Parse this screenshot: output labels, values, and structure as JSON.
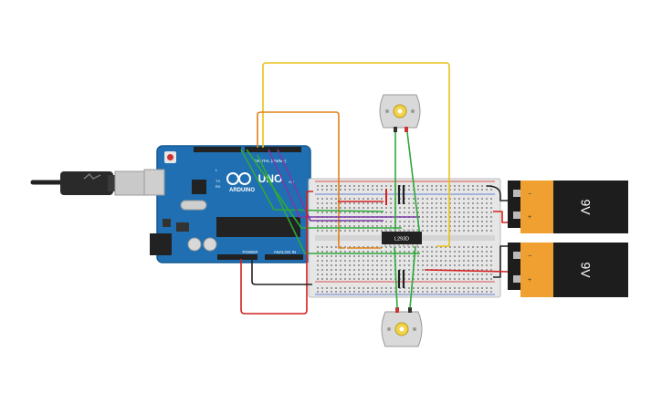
{
  "arduino": {
    "brand": "ARDUINO",
    "model": "UNO",
    "header_digital": "DIGITAL (PWM~)",
    "header_power": "POWER",
    "header_analog": "ANALOG IN",
    "pin_tx": "TX",
    "pin_rx": "RX",
    "pin_l": "L",
    "pin_on": "ON"
  },
  "chip": {
    "label": "L293D"
  },
  "batteries": [
    {
      "label": "9V",
      "minus": "−",
      "plus": "+"
    },
    {
      "label": "9V",
      "minus": "−",
      "plus": "+"
    }
  ],
  "colors": {
    "board": "#1f6fb2",
    "breadboard": "#e6e6e6",
    "battery_orange": "#f0a030",
    "battery_black": "#1d1d1d",
    "wire_red": "#d42020",
    "wire_black": "#222222",
    "wire_green": "#2fa83a",
    "wire_purple": "#7a3aa8",
    "wire_orange": "#e08018",
    "wire_yellow": "#e8c21a"
  }
}
